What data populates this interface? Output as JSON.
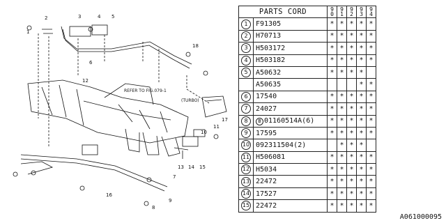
{
  "table": {
    "header": "PARTS CORD",
    "years": [
      "90",
      "91",
      "92",
      "93",
      "94"
    ],
    "rows": [
      {
        "no": "1",
        "code": "F91305",
        "marks": [
          "*",
          "*",
          "*",
          "*",
          "*"
        ]
      },
      {
        "no": "2",
        "code": "H70713",
        "marks": [
          "*",
          "*",
          "*",
          "*",
          "*"
        ]
      },
      {
        "no": "3",
        "code": "H503172",
        "marks": [
          "*",
          "*",
          "*",
          "*",
          "*"
        ]
      },
      {
        "no": "4",
        "code": "H503182",
        "marks": [
          "*",
          "*",
          "*",
          "*",
          "*"
        ]
      },
      {
        "no": "5",
        "code": "A50632",
        "marks": [
          "*",
          "*",
          "*",
          "*",
          ""
        ]
      },
      {
        "no": "",
        "code": "A50635",
        "marks": [
          "",
          "",
          "",
          "*",
          "*"
        ]
      },
      {
        "no": "6",
        "code": "17540",
        "marks": [
          "*",
          "*",
          "*",
          "*",
          "*"
        ]
      },
      {
        "no": "7",
        "code": "24027",
        "marks": [
          "*",
          "*",
          "*",
          "*",
          "*"
        ]
      },
      {
        "no": "8",
        "prefix": "B",
        "code": "01160514A(6)",
        "marks": [
          "*",
          "*",
          "*",
          "*",
          "*"
        ]
      },
      {
        "no": "9",
        "code": "17595",
        "marks": [
          "*",
          "*",
          "*",
          "*",
          "*"
        ]
      },
      {
        "no": "10",
        "code": "092311504(2)",
        "marks": [
          "",
          "*",
          "*",
          "*",
          ""
        ]
      },
      {
        "no": "11",
        "code": "H506081",
        "marks": [
          "*",
          "*",
          "*",
          "*",
          "*"
        ]
      },
      {
        "no": "12",
        "code": "H5034",
        "marks": [
          "*",
          "*",
          "*",
          "*",
          "*"
        ]
      },
      {
        "no": "13",
        "code": "22472",
        "marks": [
          "*",
          "*",
          "*",
          "*",
          "*"
        ]
      },
      {
        "no": "14",
        "code": "17527",
        "marks": [
          "*",
          "*",
          "*",
          "*",
          "*"
        ]
      },
      {
        "no": "15",
        "code": "22472",
        "marks": [
          "*",
          "*",
          "*",
          "*",
          "*"
        ]
      }
    ]
  },
  "diagram": {
    "callouts": [
      "1",
      "2",
      "3",
      "4",
      "5",
      "6",
      "7",
      "8",
      "9",
      "10",
      "11",
      "12",
      "13",
      "14",
      "15",
      "16",
      "17",
      "18"
    ],
    "refer_note": "REFER TO FIG.079-1",
    "turbo_label": "(TURBO)"
  },
  "catalog_code": "A061000095"
}
